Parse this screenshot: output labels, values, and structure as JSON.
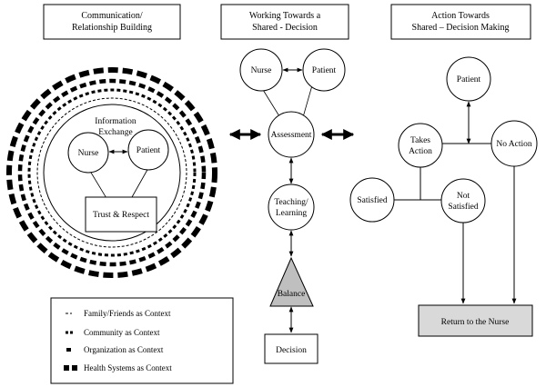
{
  "headers": {
    "communication": [
      "Communication/",
      "Relationship Building"
    ],
    "working": [
      "Working Towards a",
      "Shared - Decision"
    ],
    "action": [
      "Action Towards",
      "Shared – Decision Making"
    ]
  },
  "left_panel": {
    "information_exchange": [
      "Information",
      "Exchange"
    ],
    "nurse": "Nurse",
    "patient": "Patient",
    "trust_respect": "Trust & Respect"
  },
  "middle_panel": {
    "nurse": "Nurse",
    "patient": "Patient",
    "assessment": "Assessment",
    "teaching_learning": [
      "Teaching/",
      "Learning"
    ],
    "balance": "Balance",
    "decision": "Decision"
  },
  "right_panel": {
    "patient": "Patient",
    "takes_action": [
      "Takes",
      "Action"
    ],
    "no_action": "No Action",
    "satisfied": "Satisfied",
    "not_satisfied": [
      "Not",
      "Satisfied"
    ],
    "return_to_nurse": "Return to the Nurse"
  },
  "legend": [
    {
      "label": "Family/Friends as Context",
      "symbol": "thin-dash"
    },
    {
      "label": "Community as Context",
      "symbol": "small-dash"
    },
    {
      "label": "Organization as Context",
      "symbol": "medium-dash"
    },
    {
      "label": "Health Systems as Context",
      "symbol": "thick-dash"
    }
  ],
  "colors": {
    "return_box_fill": "#d9d9d9",
    "balance_fill": "#bfbfbf",
    "line": "#000000"
  }
}
